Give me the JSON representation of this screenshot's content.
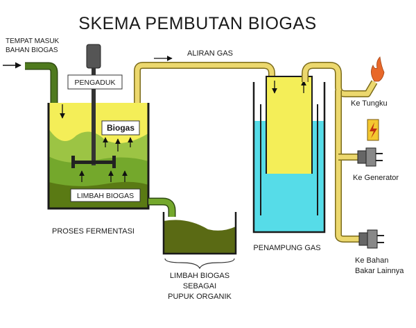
{
  "title": "SKEMA PEMBUTAN BIOGAS",
  "labels": {
    "inlet": [
      "TEMPAT MASUK",
      "BAHAN BIOGAS"
    ],
    "stirrer": "PENGADUK",
    "gas_flow": "ALIRAN GAS",
    "biogas": "Biogas",
    "waste": "LIMBAH BIOGAS",
    "fermentation": "PROSES FERMENTASI",
    "fertilizer": [
      "LIMBAH BIOGAS",
      "SEBAGAI",
      "PUPUK ORGANIK"
    ],
    "storage": "PENAMPUNG GAS",
    "stove": "Ke Tungku",
    "generator": "Ke Generator",
    "other_fuel": [
      "Ke Bahan",
      "Bakar Lainnya"
    ]
  },
  "colors": {
    "pipe": "#ecd86e",
    "pipe_outline": "#7a6a1a",
    "slurry_dark": "#5a7a14",
    "slurry_mid": "#74a82c",
    "slurry_light": "#9cc444",
    "gas_yellow": "#f4ee58",
    "water": "#56dce8",
    "inlet_pipe": "#4f7a1e",
    "flame": "#e8682a"
  },
  "icons": {
    "stirrer_motor": "motor-icon",
    "flame": "flame-icon",
    "generator": "lightning-bolt-icon",
    "plug": "valve-icon"
  }
}
